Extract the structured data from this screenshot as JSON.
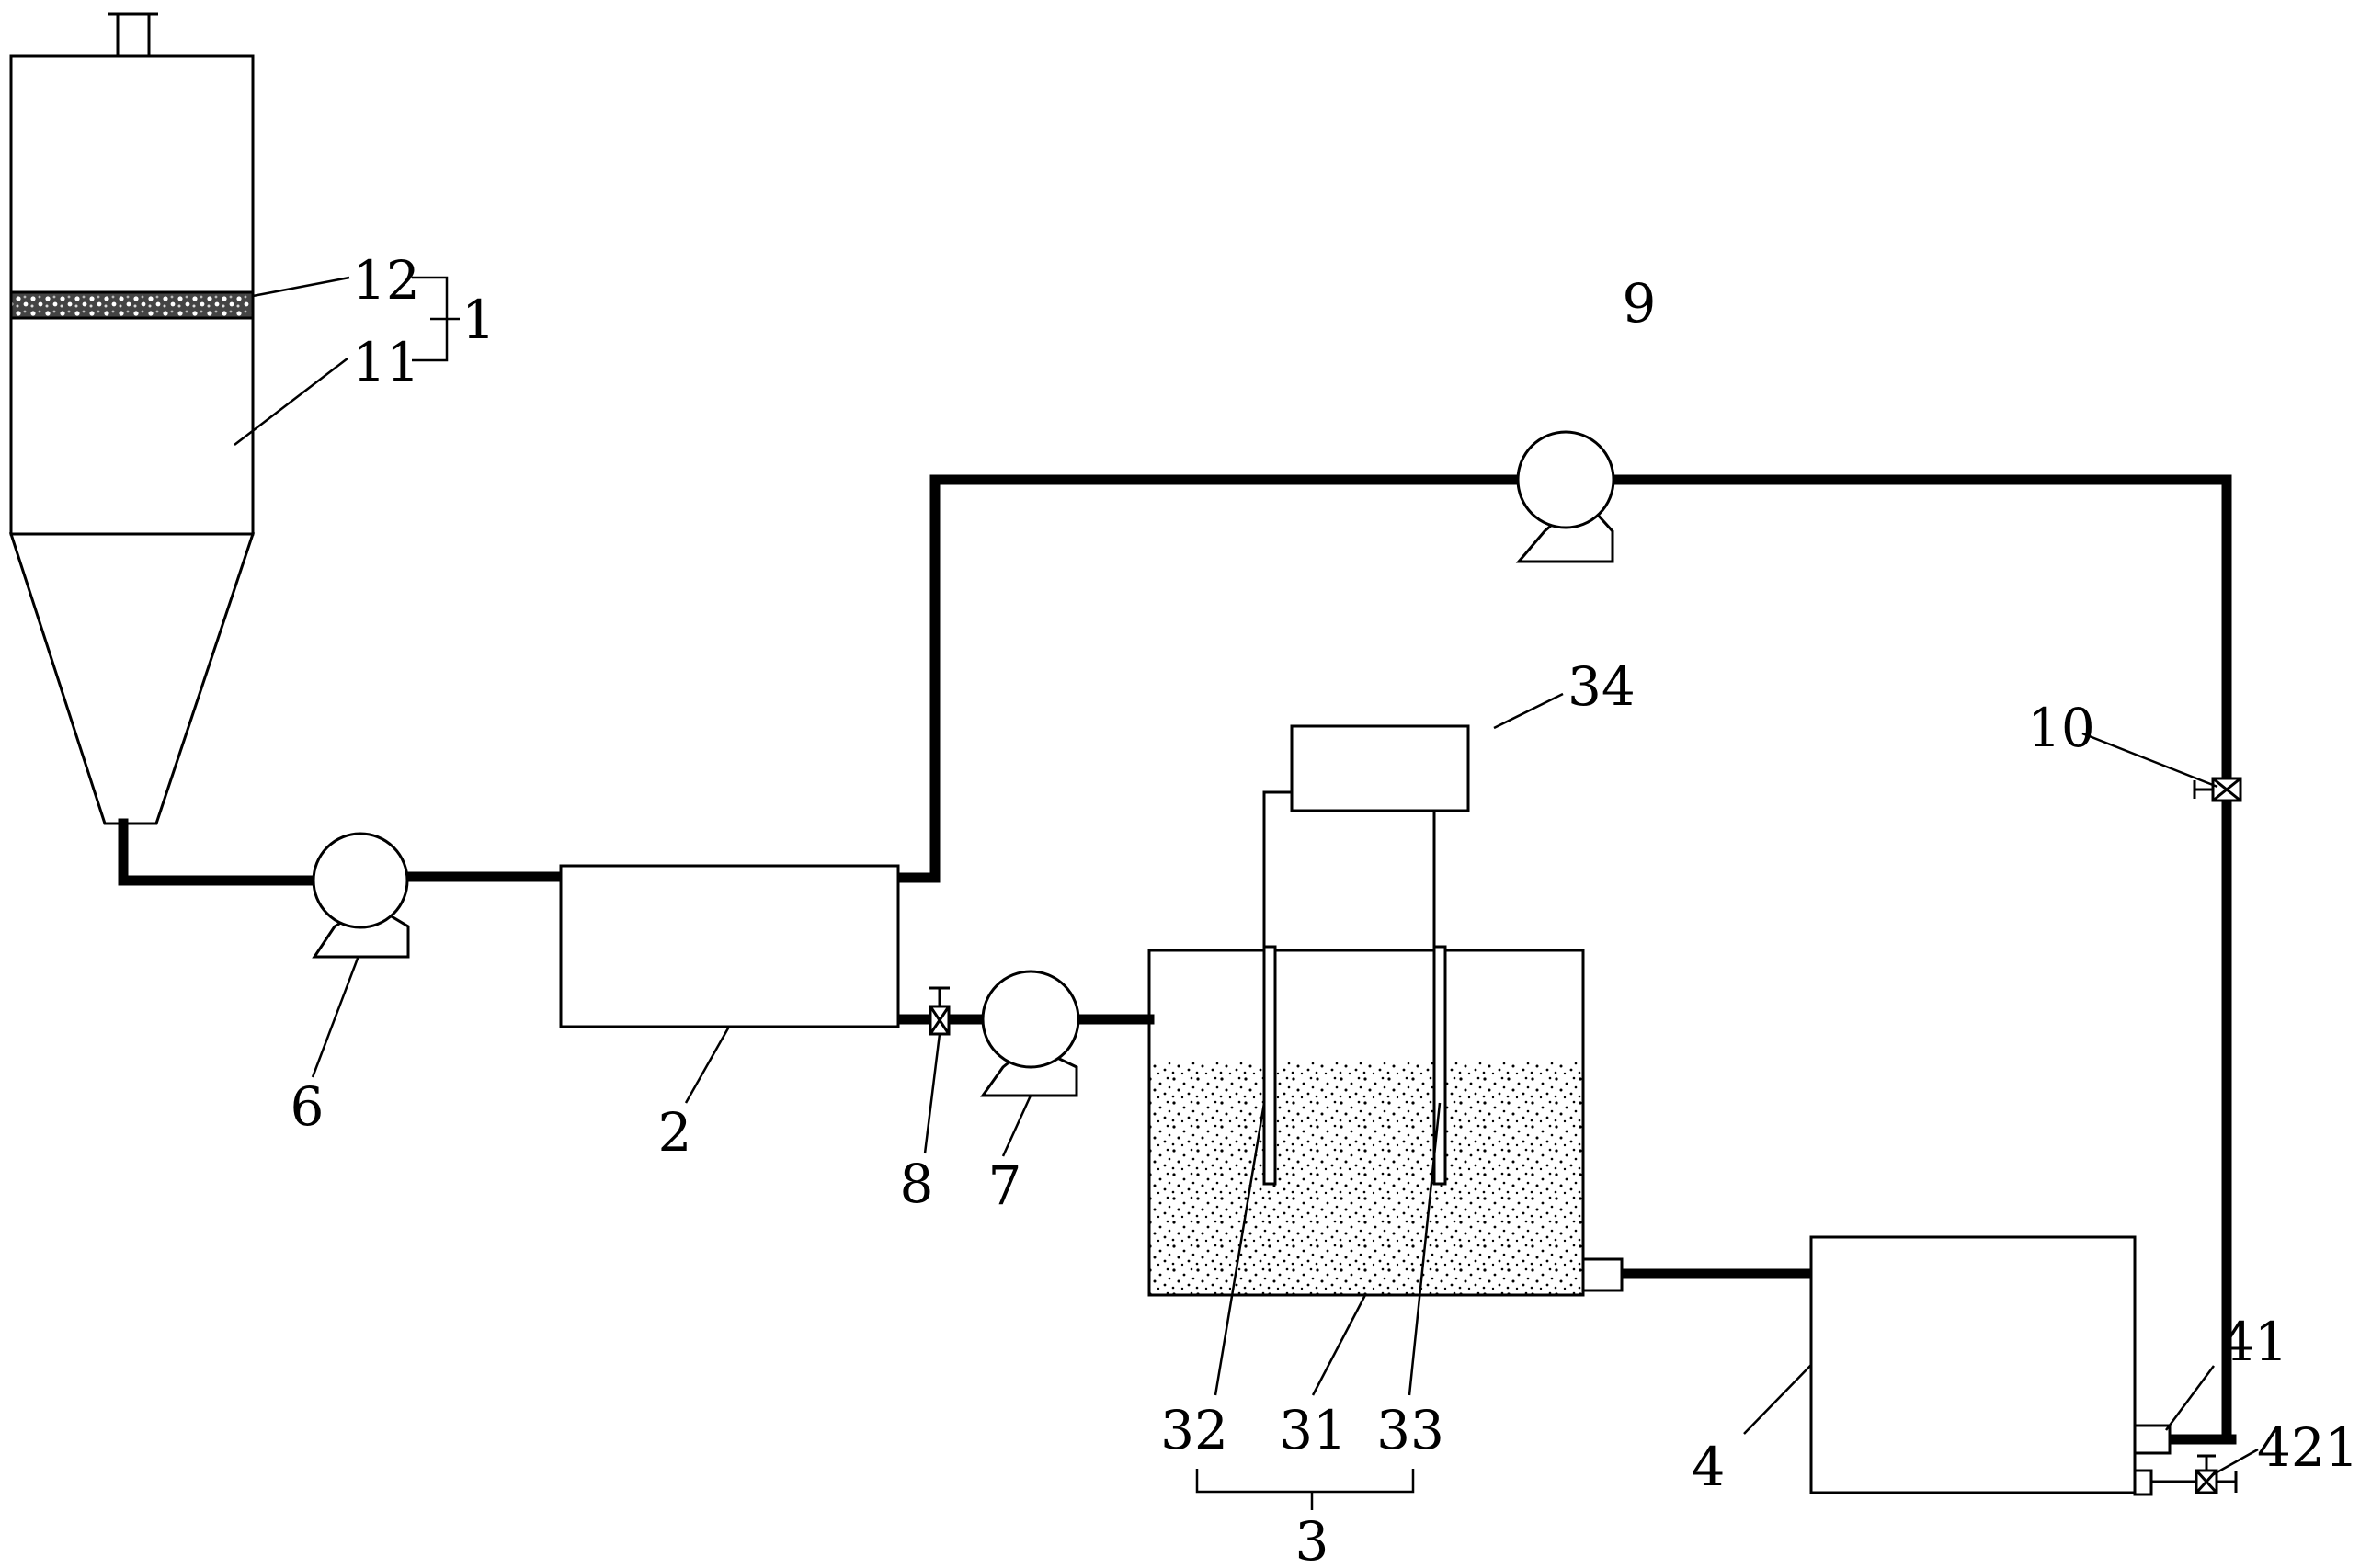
{
  "diagram": {
    "labels": {
      "l12": "12",
      "l1": "1",
      "l11": "11",
      "l9": "9",
      "l34": "34",
      "l10": "10",
      "l6": "6",
      "l2": "2",
      "l8": "8",
      "l7": "7",
      "l32": "32",
      "l31": "31",
      "l33": "33",
      "l3": "3",
      "l4": "4",
      "l41": "41",
      "l421": "421"
    }
  }
}
